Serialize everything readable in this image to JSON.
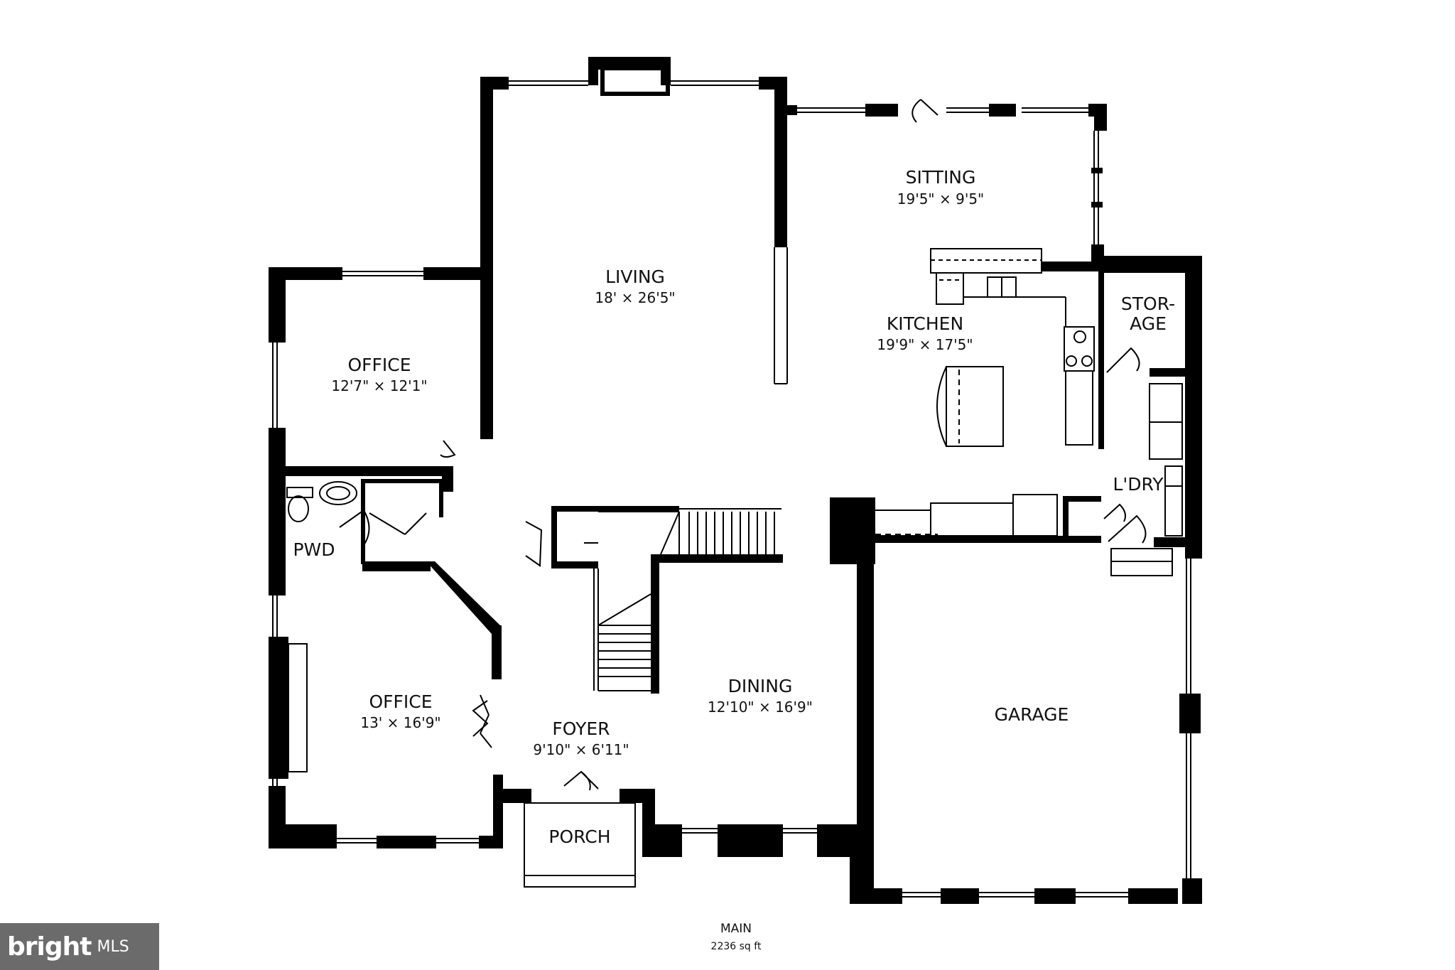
{
  "rooms": {
    "sitting": {
      "name": "SITTING",
      "dims": "19'5\" × 9'5\""
    },
    "living": {
      "name": "LIVING",
      "dims": "18' × 26'5\""
    },
    "kitchen": {
      "name": "KITCHEN",
      "dims": "19'9\" × 17'5\""
    },
    "storage": {
      "name1": "STOR-",
      "name2": "AGE"
    },
    "office_upper": {
      "name": "OFFICE",
      "dims": "12'7\" × 12'1\""
    },
    "laundry": {
      "name": "L'DRY"
    },
    "pwd": {
      "name": "PWD"
    },
    "dining": {
      "name": "DINING",
      "dims": "12'10\" × 16'9\""
    },
    "garage": {
      "name": "GARAGE"
    },
    "office_lower": {
      "name": "OFFICE",
      "dims": "13' × 16'9\""
    },
    "foyer": {
      "name": "FOYER",
      "dims": "9'10\" × 6'11\""
    },
    "porch": {
      "name": "PORCH"
    }
  },
  "footer": {
    "level": "MAIN",
    "area": "2236 sq ft"
  },
  "watermark": {
    "brand": "bright",
    "suffix": "MLS"
  },
  "colors": {
    "wall": "#000000",
    "background": "#ffffff",
    "watermark_bg": "#6b6b6b"
  }
}
